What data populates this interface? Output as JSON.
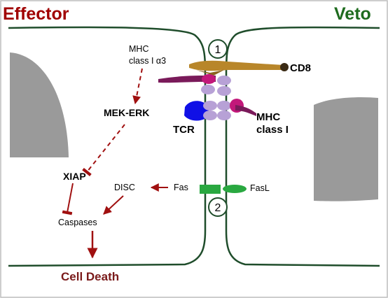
{
  "cells": {
    "effector": {
      "title": "Effector"
    },
    "veto": {
      "title": "Veto"
    }
  },
  "markers": {
    "step1": "1",
    "step2": "2"
  },
  "labels": {
    "mhc_class_i_a3_line1": "MHC",
    "mhc_class_i_a3_line2": "class I α3",
    "cd8": "CD8",
    "mek_erk": "MEK-ERK",
    "tcr": "TCR",
    "mhc_class_i_line1": "MHC",
    "mhc_class_i_line2": "class I",
    "xiap": "XIAP",
    "disc": "DISC",
    "fas": "Fas",
    "fasl": "FasL",
    "caspases": "Caspases",
    "cell_death": "Cell Death"
  },
  "colors": {
    "effector_title": "#a00000",
    "veto_title": "#1e6b1e",
    "membrane": "#1f4d2b",
    "arrow": "#a01010",
    "cd8": "#b8862a",
    "mhc_bar": "#7a1a5a",
    "beta2m": "#b7a1d6",
    "tcr": "#1010e6",
    "mhc_pink": "#c2187a",
    "fas": "#29a840",
    "nucleus": "#9a9a9a"
  }
}
